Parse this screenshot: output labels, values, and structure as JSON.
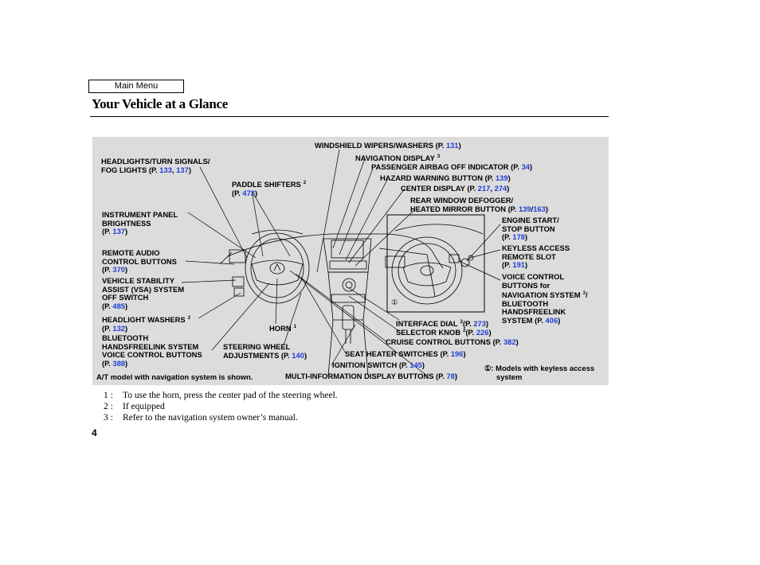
{
  "header": {
    "main_menu": "Main Menu",
    "title": "Your Vehicle at a Glance"
  },
  "labels": {
    "headlights": {
      "l1": "HEADLIGHTS/TURN SIGNALS/",
      "l2": "FOG LIGHTS (P. ",
      "p1": "133",
      "sep": ", ",
      "p2": "137",
      "close": ")"
    },
    "instrument": {
      "l1": "INSTRUMENT PANEL",
      "l2": "BRIGHTNESS",
      "pre": "(P. ",
      "p": "137",
      "close": ")"
    },
    "remote_audio": {
      "l1": "REMOTE AUDIO",
      "l2": "CONTROL BUTTONS",
      "pre": "(P. ",
      "p": "370",
      "close": ")"
    },
    "vsa": {
      "l1": "VEHICLE STABILITY",
      "l2": "ASSIST (VSA) SYSTEM",
      "l3": "OFF SWITCH",
      "pre": "(P. ",
      "p": "485",
      "close": ")"
    },
    "headlight_washers": {
      "l1": "HEADLIGHT WASHERS",
      "sup": "2",
      "pre": "(P. ",
      "p": "132",
      "close": ")"
    },
    "bluetooth_voice": {
      "l1": "BLUETOOTH",
      "l2": "HANDSFREELINK SYSTEM",
      "l3": "VOICE CONTROL BUTTONS",
      "pre": "(P. ",
      "p": "388",
      "close": ")"
    },
    "at_model": "A/T model with navigation system is shown.",
    "paddle": {
      "l1": "PADDLE SHIFTERS",
      "sup": "2",
      "pre": "(P. ",
      "p": "473",
      "close": ")"
    },
    "horn": {
      "l1": "HORN",
      "sup": "1"
    },
    "steering": {
      "l1": "STEERING WHEEL",
      "l2": "ADJUSTMENTS (P. ",
      "p": "140",
      "close": ")"
    },
    "wipers": {
      "l1": "WINDSHIELD WIPERS/WASHERS (P. ",
      "p": "131",
      "close": ")"
    },
    "nav_display": {
      "l1": "NAVIGATION DISPLAY",
      "sup": "3"
    },
    "airbag": {
      "l1": "PASSENGER AIRBAG OFF INDICATOR (P. ",
      "p": "34",
      "close": ")"
    },
    "hazard": {
      "l1": "HAZARD WARNING BUTTON (P. ",
      "p": "139",
      "close": ")"
    },
    "center_display": {
      "l1": "CENTER DISPLAY (P. ",
      "p1": "217",
      "sep": ", ",
      "p2": "274",
      "close": ")"
    },
    "defogger": {
      "l1": "REAR WINDOW DEFOGGER/",
      "l2": "HEATED MIRROR BUTTON (P. ",
      "p1": "139",
      "sep": "/",
      "p2": "163",
      "close": ")"
    },
    "engine_start": {
      "l1": "ENGINE START/",
      "l2": "STOP BUTTON",
      "pre": "(P. ",
      "p": "178",
      "close": ")"
    },
    "keyless": {
      "l1": "KEYLESS ACCESS",
      "l2": "REMOTE SLOT",
      "pre": "(P. ",
      "p": "191",
      "close": ")"
    },
    "voice_control": {
      "l1": "VOICE CONTROL",
      "l2": "BUTTONS for",
      "l3": "NAVIGATION SYSTEM",
      "sup": "3",
      "slash": "/",
      "l4": "BLUETOOTH",
      "l5": "HANDSFREELINK",
      "l6": "SYSTEM (P. ",
      "p": "406",
      "close": ")"
    },
    "interface_dial": {
      "l1": "INTERFACE DIAL",
      "sup": "2",
      "pre": "(P. ",
      "p": "273",
      "close": ")"
    },
    "selector_knob": {
      "l1": "SELECTOR KNOB",
      "sup": "2",
      "pre": "(P. ",
      "p": "226",
      "close": ")"
    },
    "cruise": {
      "l1": "CRUISE CONTROL BUTTONS (P. ",
      "p": "382",
      "close": ")"
    },
    "seat_heater": {
      "l1": "SEAT HEATER SWITCHES (P. ",
      "p": "196",
      "close": ")"
    },
    "ignition": {
      "l1": "IGNITION SWITCH (P. ",
      "p": "145",
      "close": ")"
    },
    "mid": {
      "l1": "MULTI-INFORMATION DISPLAY BUTTONS (P. ",
      "p": "78",
      "close": ")"
    },
    "keyless_note": {
      "l1": "①: Models with keyless access",
      "l2": "system"
    },
    "circle_one": "①"
  },
  "footnotes": [
    {
      "num": "1 :",
      "text": "To use the horn, press the center pad of the steering wheel."
    },
    {
      "num": "2 :",
      "text": "If equipped"
    },
    {
      "num": "3 :",
      "text": "Refer to the navigation system owner’s manual."
    }
  ],
  "page_number": "4",
  "colors": {
    "link": "#1f3fd6",
    "panel": "#dcdcdc"
  }
}
